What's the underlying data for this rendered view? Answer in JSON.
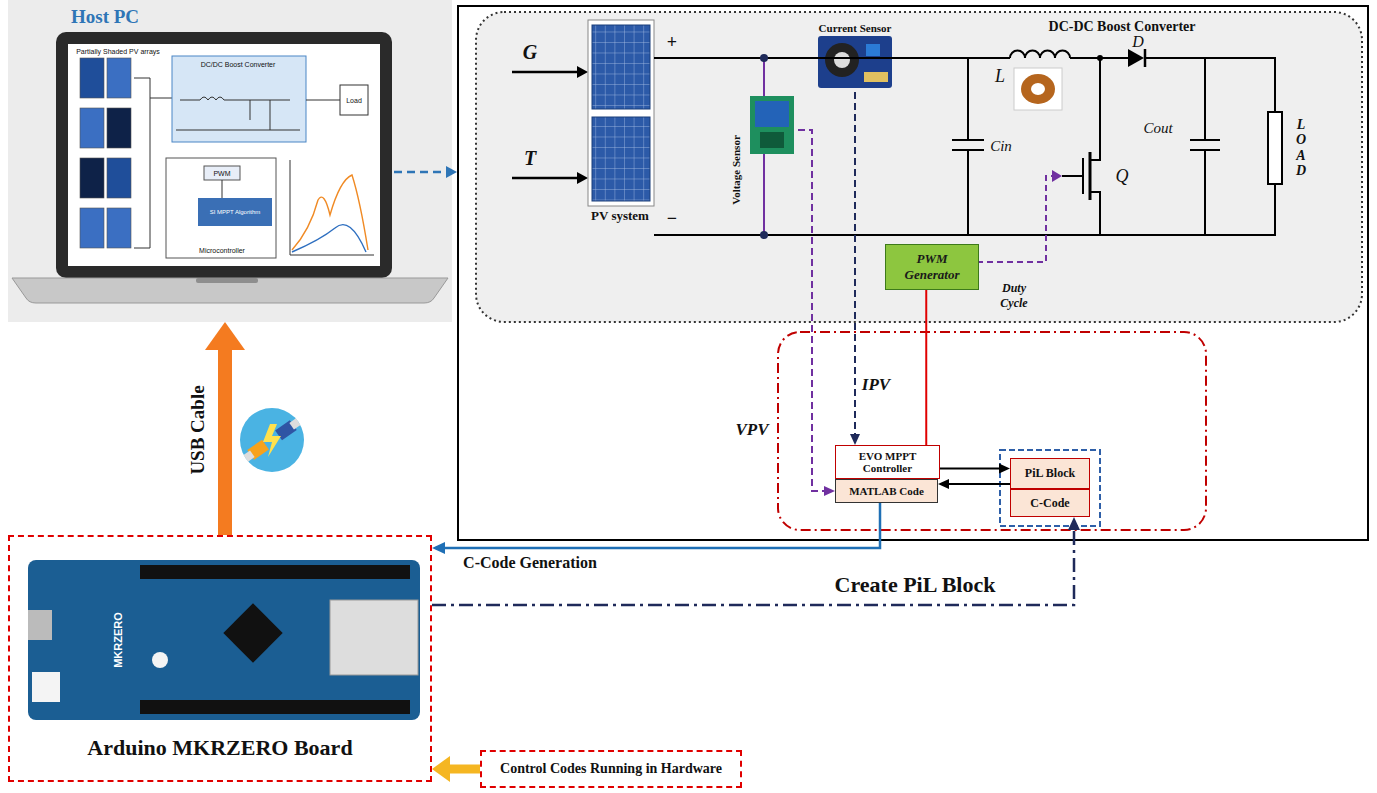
{
  "diagram": {
    "nodes": [
      {
        "text": [
          "Host PC"
        ]
      },
      {
        "text": [
          "PV system"
        ]
      },
      {
        "text": [
          "Current Sensor"
        ]
      },
      {
        "text": [
          "Voltage Sensor"
        ]
      },
      {
        "text": [
          "PWM Generator"
        ]
      },
      {
        "text": [
          "EVO MPPT Controller"
        ]
      },
      {
        "text": [
          "MATLAB Code"
        ]
      },
      {
        "text": [
          "PiL Block"
        ]
      },
      {
        "text": [
          "C-Code"
        ]
      },
      {
        "text": [
          "Arduino MKRZERO Board"
        ]
      },
      {
        "text": [
          "Control Codes Running in Hardware"
        ]
      }
    ],
    "edges": [
      {
        "from": 9,
        "to": 0,
        "arrow": "to",
        "label": "USB Cable"
      },
      {
        "from": 2,
        "to": 5,
        "arrow": "to",
        "label": "IPV"
      },
      {
        "from": 3,
        "to": 6,
        "arrow": "to",
        "label": "VPV"
      },
      {
        "from": 5,
        "to": 4,
        "arrow": "none"
      },
      {
        "from": 5,
        "to": 7,
        "arrow": "to"
      },
      {
        "from": 7,
        "to": 6,
        "arrow": "to"
      },
      {
        "from": 6,
        "to": 9,
        "arrow": "to",
        "label": "C-Code Generation"
      },
      {
        "from": 9,
        "to": 8,
        "arrow": "to",
        "label": "Create PiL Block"
      },
      {
        "from": 10,
        "to": 9,
        "arrow": "to"
      }
    ],
    "labels": [
      "G",
      "T",
      "+",
      "−",
      "DC-DC Boost Converter",
      "L",
      "D",
      "Q",
      "Cin",
      "Cout",
      "LOAD",
      "Duty Cycle",
      "Partially Shaded PV arrays",
      "DC/DC Boost Converter",
      "Load",
      "PWM",
      "SI MPPT Algorithm",
      "Microcontroller",
      "MKRZERO"
    ]
  }
}
